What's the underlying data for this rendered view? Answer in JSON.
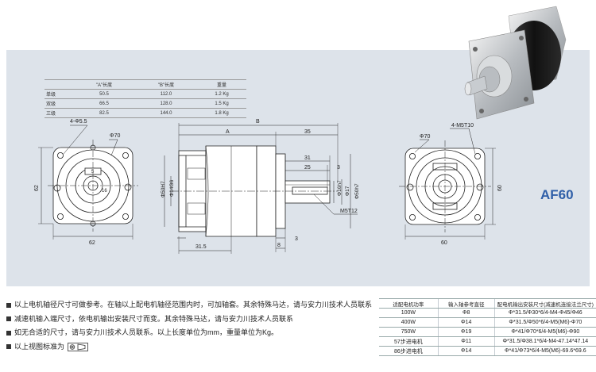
{
  "model_name": "AF60",
  "length_table": {
    "headers": [
      "",
      "\"A\"长度",
      "\"B\"长度",
      "重量"
    ],
    "rows": [
      [
        "单级",
        "50.5",
        "112.0",
        "1.2 Kg"
      ],
      [
        "双级",
        "66.5",
        "128.0",
        "1.5 Kg"
      ],
      [
        "三级",
        "82.5",
        "144.0",
        "1.8 Kg"
      ]
    ]
  },
  "dimensions": {
    "left_view": {
      "holes": "4-Φ5.5",
      "pcd": "Φ70",
      "height": "62",
      "width": "62"
    },
    "side_view": {
      "B": "B",
      "A": "A",
      "d35": "35",
      "d31": "31",
      "d25": "25",
      "d3": "3",
      "d3b": "3",
      "d8": "8",
      "d31_5": "31.5",
      "d50h7_left": "Φ50H7",
      "d14g6_left": "Φ14G6",
      "d16h7": "Φ16h7",
      "d17": "Φ17",
      "d50h7_right": "Φ50h7",
      "m5t12": "M5T12"
    },
    "right_view": {
      "holes": "4-M5T10",
      "pcd": "Φ70",
      "height": "60",
      "width": "60"
    }
  },
  "notes": [
    "以上电机轴径尺寸可做参考。在轴以上配电机轴径范围内时，可加轴套。其余特殊马达，请与安力川技术人员联系",
    "减速机输入端尺寸，依电机输出安装尺寸而变。其余特殊马达，请与安力川技术人员联系",
    "如无合适的尺寸，请与安力川技术人员联系。以上长度单位为mm，重量单位为Kg。",
    "以上视图标准为"
  ],
  "motor_table": {
    "headers": [
      "适配电机功率",
      "输入轴参考直径",
      "配电机输出安装尺寸(减速机连接法兰尺寸)"
    ],
    "rows": [
      [
        "100W",
        "Φ8",
        "Φ*31.5/Φ30*6/4-M4-Φ45/Φ46"
      ],
      [
        "400W",
        "Φ14",
        "Φ*31.5/Φ50*6/4-M5(M6)-Φ70"
      ],
      [
        "750W",
        "Φ19",
        "Φ*41/Φ70*6/4-M5(M6)-Φ90"
      ],
      [
        "57步进电机",
        "Φ11",
        "Φ*31.5/Φ38.1*6/4-M4-47.14*47.14"
      ],
      [
        "86步进电机",
        "Φ14",
        "Φ*41/Φ73*6/4-M5(M6)-69.6*69.6"
      ]
    ]
  }
}
